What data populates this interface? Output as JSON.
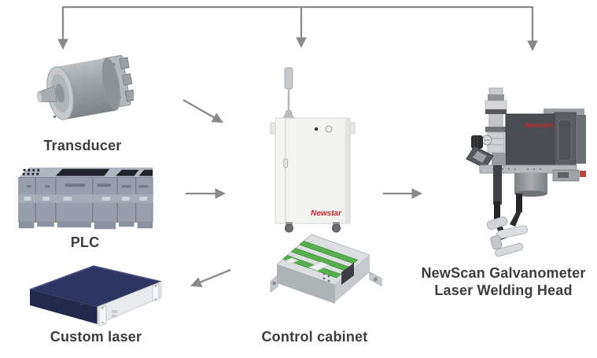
{
  "diagram": {
    "background": "#ffffff",
    "arrow_color": "#8a8a8a",
    "label_color": "#3d3d3d",
    "nodes": {
      "transducer": {
        "label": "Transducer"
      },
      "plc": {
        "label": "PLC"
      },
      "custom_laser": {
        "label": "Custom laser"
      },
      "control_cabinet": {
        "label": "Control cabinet",
        "brand_logo": "Newstar"
      },
      "welding_head": {
        "label_line1": "NewScan Galvanometer",
        "label_line2": "Laser Welding Head",
        "brand_logo": "Newstar"
      }
    },
    "connections": [
      {
        "from": "feedback-bus",
        "to": "transducer",
        "style": "arrow-down"
      },
      {
        "from": "feedback-bus",
        "to": "control-cabinet",
        "style": "arrow-down"
      },
      {
        "from": "feedback-bus",
        "to": "welding-head",
        "style": "arrow-down"
      },
      {
        "from": "transducer",
        "to": "control-cabinet",
        "style": "arrow"
      },
      {
        "from": "plc",
        "to": "control-cabinet",
        "style": "arrow"
      },
      {
        "from": "control-cabinet",
        "to": "welding-head",
        "style": "arrow"
      },
      {
        "from": "control-cabinet",
        "to": "custom-laser",
        "style": "arrow"
      }
    ]
  }
}
